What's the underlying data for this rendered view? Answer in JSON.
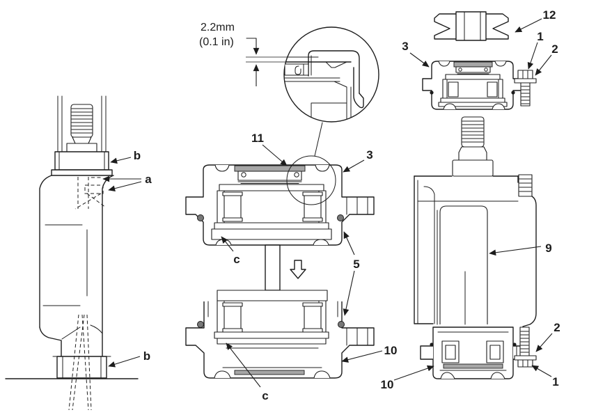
{
  "figure": {
    "measurement": {
      "line1": "2.2mm",
      "line2": "(0.1 in)"
    },
    "callouts": {
      "b_top": "b",
      "a_mid": "a",
      "b_bottom": "b",
      "n11": "11",
      "n3_middle": "3",
      "c_upper": "c",
      "n5": "5",
      "n10_middle": "10",
      "c_lower": "c",
      "n12": "12",
      "n3_right": "3",
      "n1_upper": "1",
      "n2_upper": "2",
      "n9": "9",
      "n2_lower": "2",
      "n10_right": "10",
      "n1_lower": "1"
    },
    "colors": {
      "line": "#1c1c1c",
      "seal_gray": "#a6a6a6",
      "oring_gray": "#787878",
      "dim_gray": "#8a8a8a",
      "background": "#ffffff"
    }
  }
}
